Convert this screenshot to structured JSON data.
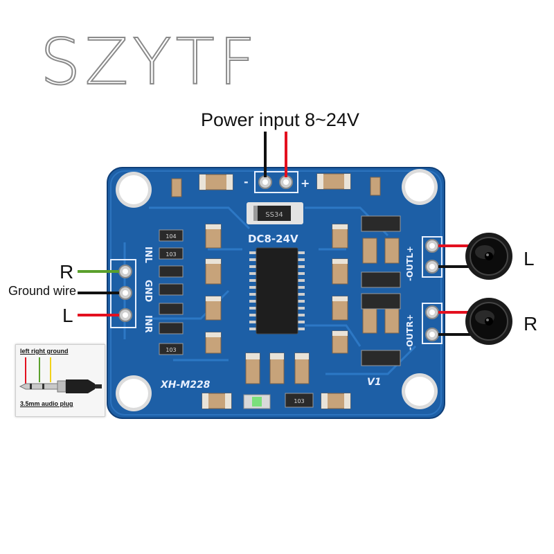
{
  "brand": "SZYTF",
  "power_label": "Power input 8~24V",
  "board": {
    "chip_label": "SS34",
    "voltage_label": "DC8-24V",
    "model_label": "XH-M228",
    "version_label": "V1",
    "input_pins": [
      "INL",
      "GND",
      "INR"
    ],
    "out_left_label": "-OUTL+",
    "out_right_label": "-OUTR+",
    "minus_sign": "-",
    "plus_sign": "+",
    "resistor_codes": [
      "104",
      "103",
      "103",
      "103"
    ]
  },
  "inputs": {
    "right_letter": "R",
    "ground_label": "Ground wire",
    "left_letter": "L"
  },
  "outputs": {
    "left_letter": "L",
    "right_letter": "R"
  },
  "plug_inset": {
    "top_label": "left right ground",
    "bottom_label": "3.5mm audio plug"
  },
  "colors": {
    "board": "#1d5fa6",
    "wire_red": "#e3101f",
    "wire_black": "#111111",
    "wire_green": "#5aa02c",
    "wire_yellow": "#f1d11a"
  }
}
